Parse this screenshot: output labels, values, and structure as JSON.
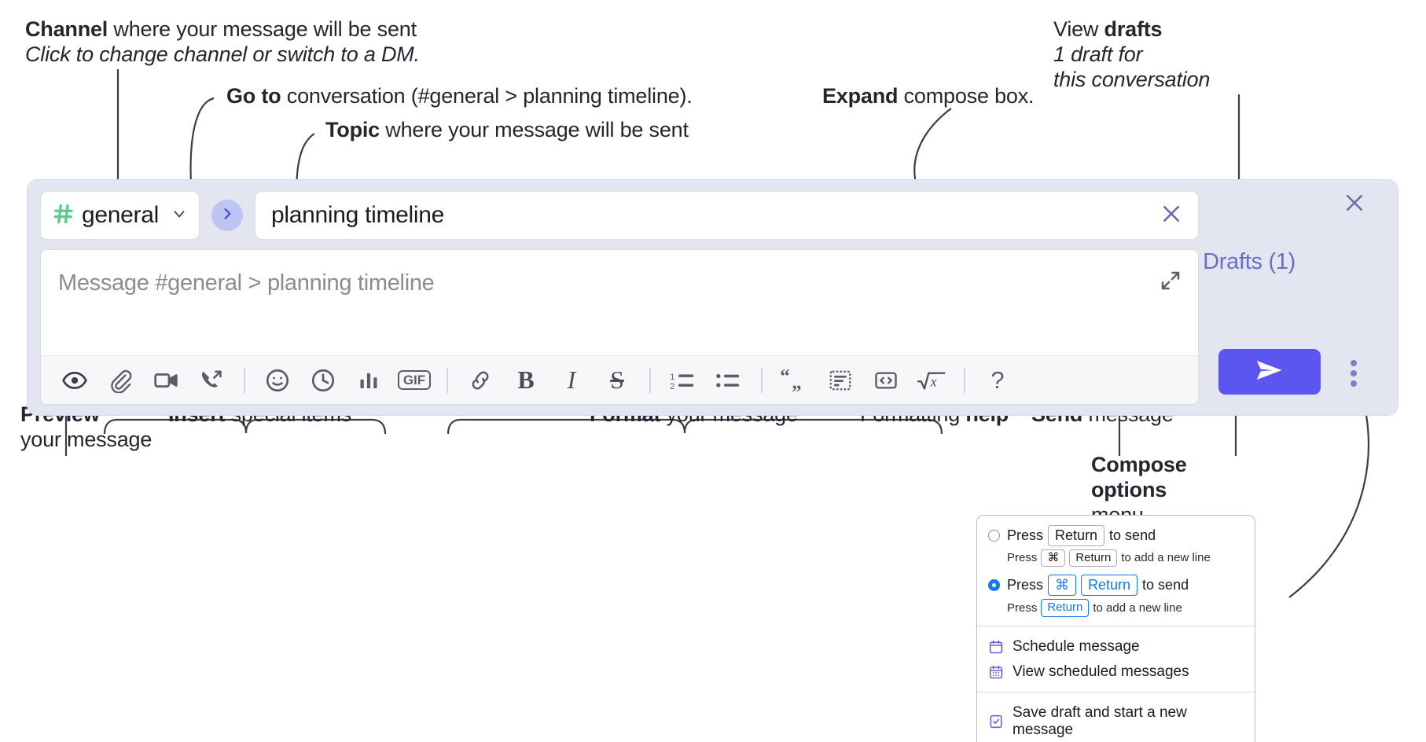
{
  "annotations": {
    "channel": {
      "bold": "Channel",
      "rest": " where your message will be sent",
      "sub": "Click to change channel or switch to a DM."
    },
    "goto": {
      "bold": "Go to",
      "rest": " conversation (#general > planning timeline)."
    },
    "topic": {
      "bold": "Topic",
      "rest": " where your message will be sent"
    },
    "expand": {
      "bold": "Expand",
      "rest": " compose box."
    },
    "drafts": {
      "pre": "View ",
      "bold": "drafts",
      "sub1": "1 draft for",
      "sub2": "this conversation"
    },
    "preview": {
      "bold": "Preview",
      "sub": "your message"
    },
    "insert": {
      "bold": "Insert",
      "rest": " special items"
    },
    "format": {
      "bold": "Format",
      "rest": " your message"
    },
    "formatting_help": {
      "pre": "Formatting ",
      "bold": "help"
    },
    "send": {
      "bold": "Send",
      "rest": " message"
    },
    "compose_options": {
      "bold1": "Compose",
      "bold2": "options",
      "rest": "menu"
    }
  },
  "compose": {
    "channel_name": "general",
    "channel_icon": "hash-icon",
    "chevron_icon": "chevron-down-icon",
    "goto_icon": "chevron-right-icon",
    "topic_value": "planning timeline",
    "topic_clear_icon": "close-icon",
    "message_placeholder": "Message #general > planning timeline",
    "expand_icon": "expand-diagonal-icon",
    "drafts_label": "Drafts (1)",
    "send_icon": "send-paper-plane-icon",
    "kebab_icon": "vertical-dots-icon",
    "close_icon": "close-icon",
    "toolbar": [
      {
        "name": "preview-icon",
        "label": "Preview"
      },
      {
        "name": "attachment-paperclip-icon",
        "label": "Attach file"
      },
      {
        "name": "video-camera-icon",
        "label": "Video clip"
      },
      {
        "name": "phone-call-icon",
        "label": "Call"
      },
      {
        "name": "separator",
        "label": ""
      },
      {
        "name": "emoji-smiley-icon",
        "label": "Emoji"
      },
      {
        "name": "clock-icon",
        "label": "Reminder"
      },
      {
        "name": "poll-bar-chart-icon",
        "label": "Poll"
      },
      {
        "name": "gif-icon",
        "label": "GIF"
      },
      {
        "name": "separator",
        "label": ""
      },
      {
        "name": "link-icon",
        "label": "Link"
      },
      {
        "name": "bold-icon",
        "label": "B"
      },
      {
        "name": "italic-icon",
        "label": "I"
      },
      {
        "name": "strikethrough-icon",
        "label": "S"
      },
      {
        "name": "separator",
        "label": ""
      },
      {
        "name": "ordered-list-icon",
        "label": "Ordered list"
      },
      {
        "name": "bulleted-list-icon",
        "label": "Bulleted list"
      },
      {
        "name": "separator",
        "label": ""
      },
      {
        "name": "blockquote-icon",
        "label": "Blockquote"
      },
      {
        "name": "code-block-icon",
        "label": "Code block"
      },
      {
        "name": "inline-code-icon",
        "label": "Code"
      },
      {
        "name": "latex-icon",
        "label": "LaTeX"
      },
      {
        "name": "separator",
        "label": ""
      },
      {
        "name": "help-question-icon",
        "label": "?"
      }
    ]
  },
  "menu": {
    "option1": {
      "selected": false,
      "pre": "Press",
      "key": "Return",
      "post": "to send",
      "sub_pre": "Press",
      "sub_key1": "⌘",
      "sub_key2": "Return",
      "sub_post": "to add a new line"
    },
    "option2": {
      "selected": true,
      "pre": "Press",
      "key1": "⌘",
      "key2": "Return",
      "post": "to send",
      "sub_pre": "Press",
      "sub_key": "Return",
      "sub_post": "to add a new line"
    },
    "items": [
      {
        "icon": "calendar-schedule-icon",
        "label": "Schedule message"
      },
      {
        "icon": "calendar-grid-icon",
        "label": "View scheduled messages"
      },
      {
        "icon": "save-draft-check-icon",
        "label": "Save draft and start a new message"
      }
    ]
  },
  "colors": {
    "panel_bg": "#e3e5f1",
    "send_button": "#5b56f0",
    "drafts_text": "#6b6fc4",
    "hash_green": "#5dc98b",
    "goto_circle": "#bfc5f2",
    "radio_blue": "#1478f0",
    "menu_icon_purple": "#6b5fd6"
  }
}
